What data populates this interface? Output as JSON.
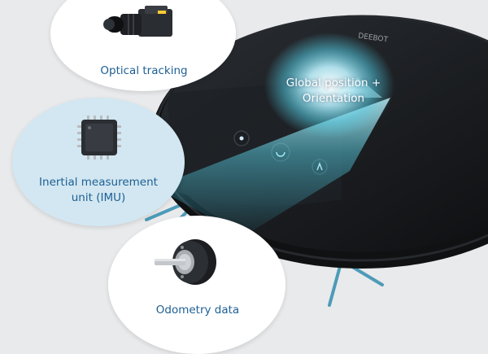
{
  "labels": {
    "optical": "Optical tracking",
    "imu_line1": "Inertial measurement",
    "imu_line2": "unit (IMU)",
    "odometry": "Odometry data",
    "global_line1": "Global position +",
    "global_line2": "Orientation",
    "robot_brand": "DEEBOT"
  },
  "colors": {
    "label_text": "#1d5f94",
    "glow": "#56d6ef",
    "robot_body": "#141618",
    "imu_bubble": "#d2e7f1",
    "brush": "#4d9bb8"
  },
  "icons": [
    "camera-icon",
    "imu-chip-icon",
    "rotary-encoder-icon",
    "robot-vacuum-icon"
  ]
}
